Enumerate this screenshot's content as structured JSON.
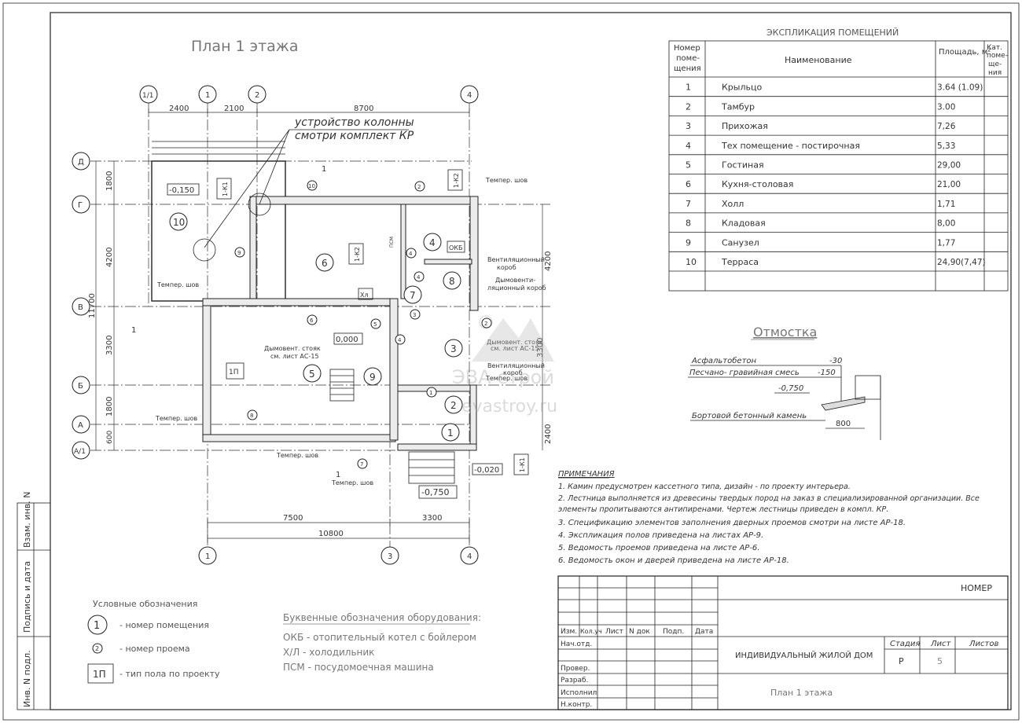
{
  "sheet": {
    "title": "План 1 этажа",
    "watermark_brand": "ЭВА строй",
    "watermark_site": "evastroy.ru"
  },
  "plan": {
    "axes_letters": [
      "Д",
      "Г",
      "В",
      "Б",
      "А",
      "А/1"
    ],
    "axes_numbers_top": [
      "1/1",
      "1",
      "2",
      "4"
    ],
    "axes_numbers_bottom": [
      "1",
      "3",
      "4"
    ],
    "dims_top": [
      "2400",
      "2100",
      "8700"
    ],
    "dims_bottom": [
      "7500",
      "3300",
      "10800"
    ],
    "dims_left": [
      "1800",
      "4200",
      "11700",
      "3300",
      "1800",
      "600"
    ],
    "dims_right": [
      "4200",
      "3300",
      "2400"
    ],
    "rooms": [
      "10",
      "6",
      "4",
      "7",
      "8",
      "5",
      "9",
      "3",
      "2",
      "1"
    ],
    "doors": [
      "10",
      "2",
      "9",
      "4",
      "4",
      "6",
      "5",
      "3",
      "4",
      "1",
      "8",
      "7",
      "2"
    ],
    "levels": [
      "-0,150",
      "0,000",
      "-0,020",
      "-0,750"
    ],
    "floor_types": [
      "1-К1",
      "1-К2",
      "1-К2",
      "1П",
      "1-К1"
    ],
    "equipment": [
      "ОКБ",
      "Хл",
      "ПСМ"
    ],
    "callout_columns_line1": "устройство колонны",
    "callout_columns_line2": "смотри комплект КР",
    "notes_plan": {
      "temper1": "Темпер. шов",
      "temper2": "Темпер. шов",
      "temper3": "Темпер. шов",
      "temper4": "Темпер. шов",
      "temper5": "Темпер. шов",
      "temper6": "Темпер. шов",
      "vent1_line1": "Вентиляционный",
      "vent1_line2": "короб",
      "smoke1_line1": "Дымовенти-",
      "smoke1_line2": "ляционный короб",
      "riser1_line1": "Дымовент. стояк",
      "riser1_line2": "см. лист АС-15",
      "riser2_line1": "Дымовент. стояк",
      "riser2_line2": "см. лист АС-15",
      "vent2_line1": "Вентиляционный",
      "vent2_line2": "короб",
      "section_mark": "1"
    }
  },
  "explication": {
    "title": "ЭКСПЛИКАЦИЯ ПОМЕЩЕНИЙ",
    "headers": {
      "num": [
        "Номер",
        "поме-",
        "щения"
      ],
      "name": "Наименование",
      "area": "Площадь, м²",
      "cat": [
        "Кат.",
        "поме-",
        "ще-",
        "ния"
      ]
    },
    "rows": [
      {
        "n": "1",
        "name": "Крыльцо",
        "area": "3.64 (1.09)"
      },
      {
        "n": "2",
        "name": "Тамбур",
        "area": "3.00"
      },
      {
        "n": "3",
        "name": "Прихожая",
        "area": "7,26"
      },
      {
        "n": "4",
        "name": "Тех помещение - постирочная",
        "area": "5,33"
      },
      {
        "n": "5",
        "name": "Гостиная",
        "area": "29,00"
      },
      {
        "n": "6",
        "name": "Кухня-столовая",
        "area": "21,00"
      },
      {
        "n": "7",
        "name": "Холл",
        "area": "1,71"
      },
      {
        "n": "8",
        "name": "Кладовая",
        "area": "8,00"
      },
      {
        "n": "9",
        "name": "Санузел",
        "area": "1,77"
      },
      {
        "n": "10",
        "name": "Терраса",
        "area": "24,90(7,47)"
      }
    ]
  },
  "otmostka": {
    "title": "Отмостка",
    "layer1": "Асфальтобетон",
    "layer1_val": "-30",
    "layer2": "Песчано- гравийная смесь",
    "layer2_val": "-150",
    "level": "-0,750",
    "curb": "Бортовой бетонный камень",
    "width": "800"
  },
  "notes": {
    "title": "ПРИМЕЧАНИЯ",
    "lines": [
      "1. Камин предусмотрен кассетного типа, дизайн - по проекту интерьера.",
      "2. Лестница выполняется из древесины твердых пород на заказ в специализированной организации. Все",
      "элементы пропитываются антипиренами. Чертеж лестницы приведен в компл. КР.",
      "3. Спецификацию элементов заполнения дверных проемов смотри на листе АР-18.",
      "4. Экспликация полов приведена на листах АР-9.",
      "5.  Ведомость проемов приведена на листе АР-6.",
      "6. Ведомость окон и дверей приведена на листе АР-18."
    ]
  },
  "legend": {
    "title": "Условные обозначения",
    "room_symbol": "1",
    "room_text": "- номер помещения",
    "door_symbol": "2",
    "door_text": "- номер проема",
    "floor_symbol": "1П",
    "floor_text": "- тип пола по проекту"
  },
  "equipment_legend": {
    "title": "Буквенные обозначения оборудования:",
    "lines": [
      "ОКБ - отопительный котел с бойлером",
      "Х/Л - холодильник",
      "ПСМ - посудомоечная машина"
    ]
  },
  "stamp": {
    "number": "НОМЕР",
    "col_headers": [
      "Изм.",
      "Кол.уч",
      "Лист",
      "N док",
      "Подп.",
      "Дата"
    ],
    "roles": [
      "Нач.отд.",
      "",
      "Провер.",
      "Разраб.",
      "Исполнил",
      "Н.контр."
    ],
    "project": "ИНДИВИДУАЛЬНЫЙ ЖИЛОЙ ДОМ",
    "stage_label": "Стадия",
    "sheet_label": "Лист",
    "sheets_label": "Листов",
    "stage": "Р",
    "sheet": "5",
    "sheet_name": "План 1 этажа"
  },
  "side_stamp": [
    "Инв. N подл.",
    "Подпись и дата",
    "Взам. инв. N"
  ]
}
